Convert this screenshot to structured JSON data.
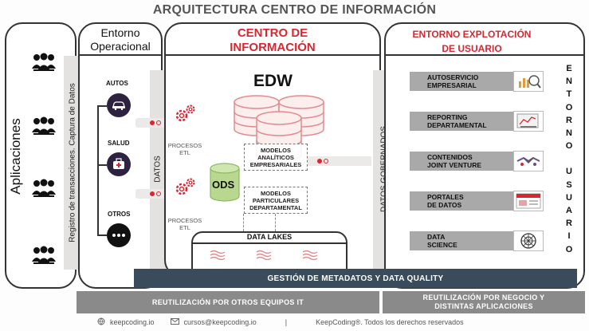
{
  "title": "ARQUITECTURA CENTRO DE INFORMACIÓN",
  "aplicaciones": "Aplicaciones",
  "entorno_operacional": {
    "line1": "Entorno",
    "line2": "Operacional"
  },
  "registro": "Registro de transacciones. Captura de Datos",
  "sources": [
    {
      "label": "AUTOS",
      "icon": "car-icon"
    },
    {
      "label": "SALUD",
      "icon": "health-icon"
    },
    {
      "label": "OTROS",
      "icon": "more-icon"
    }
  ],
  "datos_label": "DATOS",
  "procesos_etl": [
    {
      "line1": "PROCESOS",
      "line2": "ETL"
    },
    {
      "line1": "PROCESOS",
      "line2": "ETL"
    }
  ],
  "centro": {
    "line1": "CENTRO DE",
    "line2": "INFORMACIÓN"
  },
  "edw": "EDW",
  "ods": "ODS",
  "modelos_analiticos": {
    "line1": "MODELOS",
    "line2": "ANALÍTICOS",
    "line3": "EMPRESARIALES"
  },
  "modelos_particulares": {
    "line1": "MODELOS",
    "line2": "PARTICULARES",
    "line3": "DEPARTAMENTAL"
  },
  "data_lakes": "DATA LAKES",
  "datos_gobernados": "DATOS GOBERNADOS",
  "entorno_explotacion": {
    "line1": "ENTORNO EXPLOTACIÓN",
    "line2": "DE USUARIO"
  },
  "portals": [
    {
      "line1": "AUTOSERVICIO",
      "line2": "EMPRESARIAL",
      "icon": "analytics-icon"
    },
    {
      "line1": "REPORTING",
      "line2": "DEPARTAMENTAL",
      "icon": "report-icon"
    },
    {
      "line1": "CONTENIDOS",
      "line2": "JOINT VENTURE",
      "icon": "handshake-icon"
    },
    {
      "line1": "PORTALES",
      "line2": "DE DATOS",
      "icon": "portal-icon"
    },
    {
      "line1": "DATA",
      "line2": "SCIENCE",
      "icon": "brain-icon"
    }
  ],
  "entorno_usuario": [
    "E",
    "N",
    "T",
    "O",
    "R",
    "N",
    "O",
    "",
    "U",
    "S",
    "U",
    "A",
    "R",
    "I",
    "O"
  ],
  "gestion": "GESTIÓN DE METADATOS Y DATA QUALITY",
  "reutilizacion_it": "REUTILIZACIÓN  POR OTROS EQUIPOS IT",
  "reutilizacion_negocio": {
    "line1": "REUTILIZACIÓN  POR NEGOCIO Y",
    "line2": "DISTINTAS APLICACIONES"
  },
  "footer": {
    "web": "keepcoding.io",
    "email": "cursos@keepcoding.io",
    "sep": "|",
    "copyright": "KeepCoding®. Todos los derechos reservados"
  },
  "colors": {
    "accent_red": "#d9262f",
    "dark_bar": "#3a4c5c",
    "grey_bar": "#8a8a8a",
    "icon_purple": "#2d2340"
  }
}
